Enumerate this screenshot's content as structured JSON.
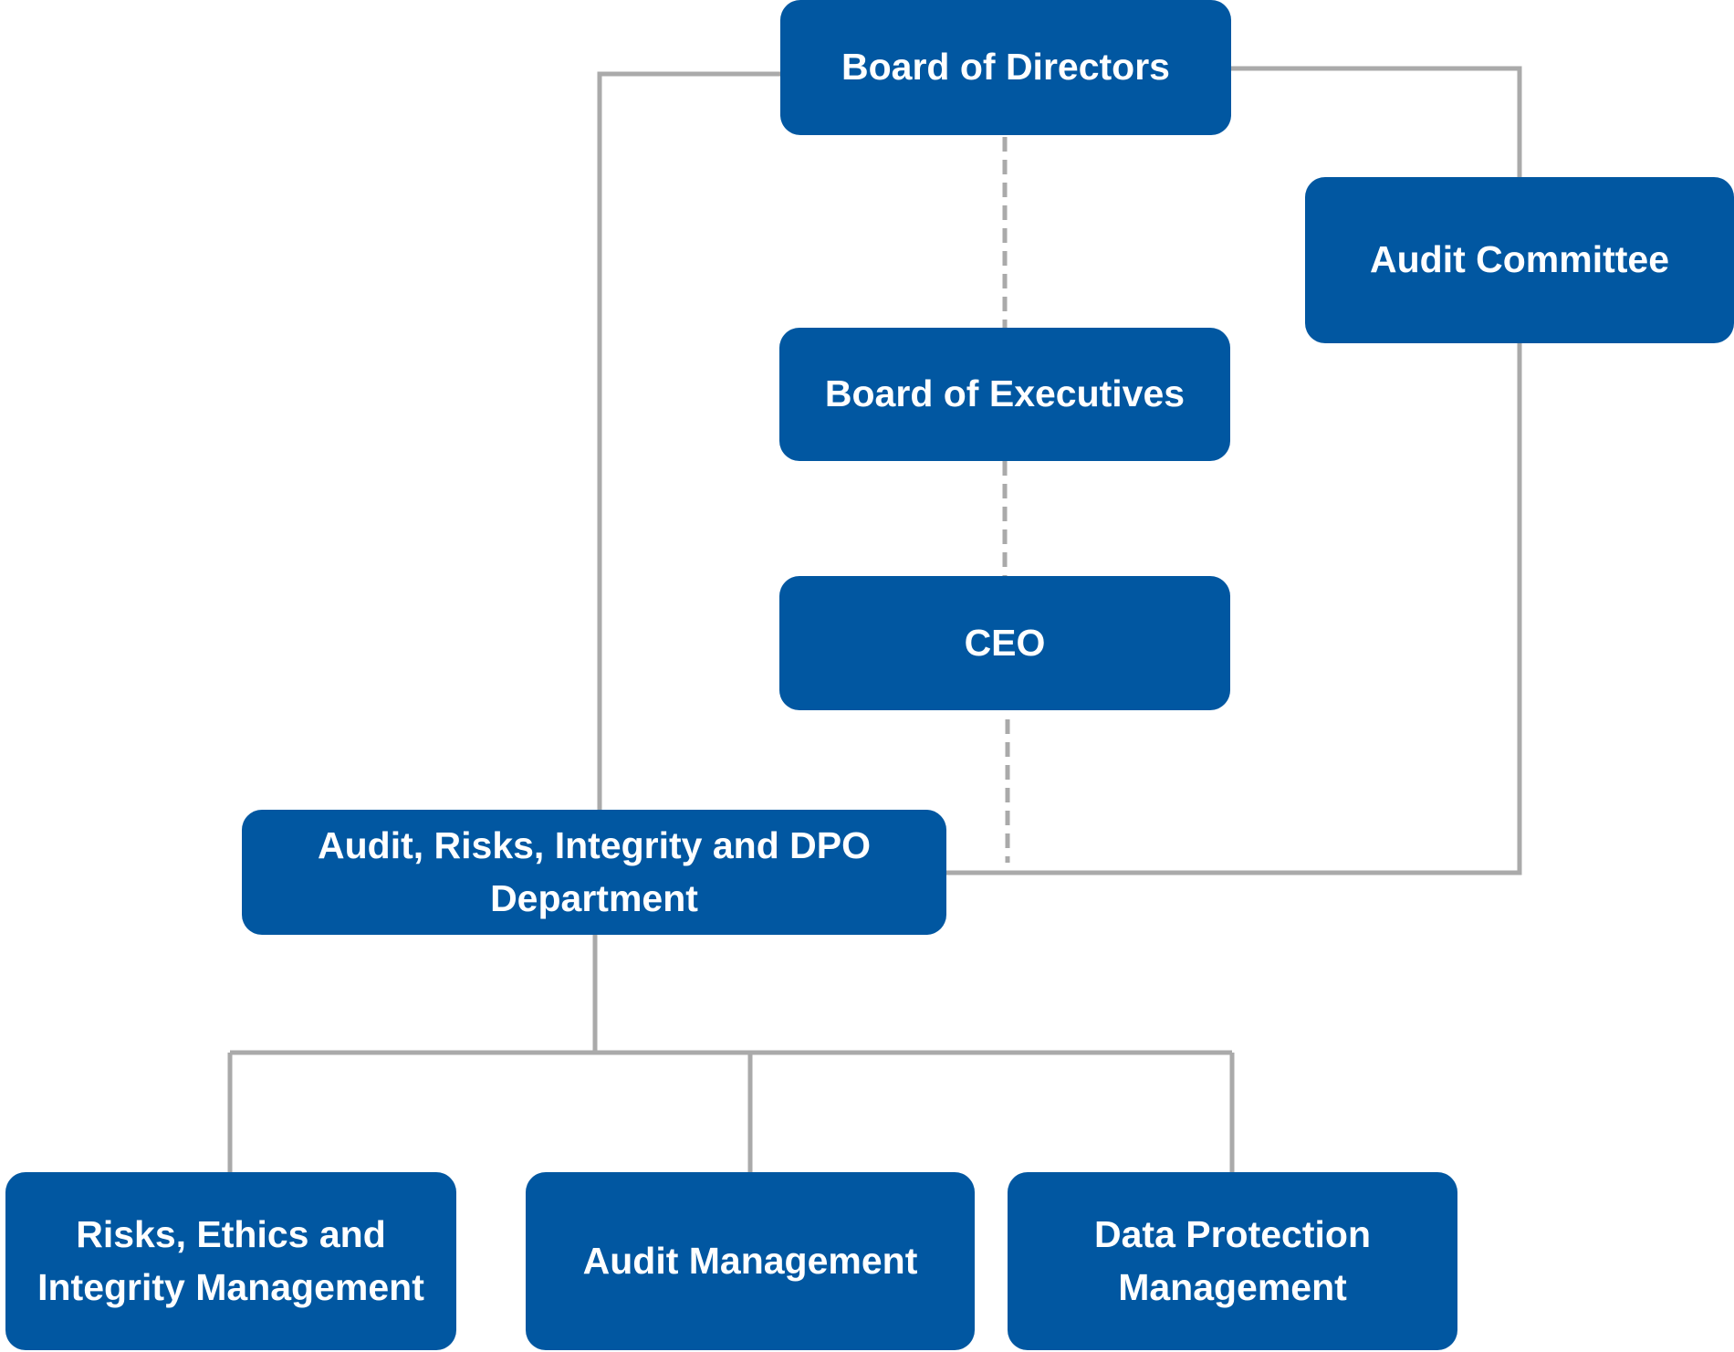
{
  "colors": {
    "box": "#0157a1",
    "connector": "#aaaaaa",
    "text": "#ffffff"
  },
  "nodes": {
    "board_of_directors": "Board of Directors",
    "audit_committee": "Audit Committee",
    "board_of_executives": "Board of Executives",
    "ceo": "CEO",
    "audit_department": "Audit, Risks, Integrity and DPO Department",
    "risks_ethics": "Risks, Ethics and Integrity Management",
    "audit_management": "Audit Management",
    "data_protection": "Data Protection Management"
  }
}
